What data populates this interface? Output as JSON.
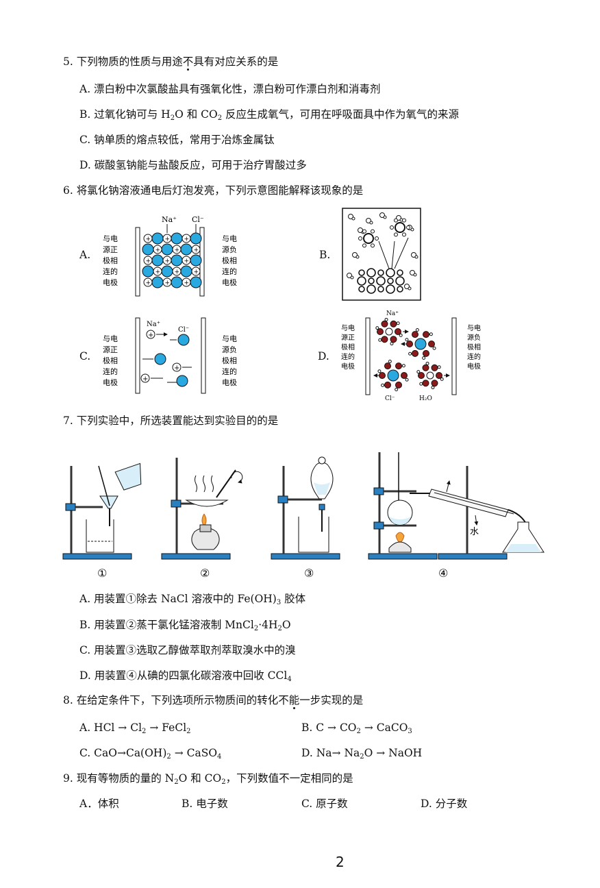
{
  "q5": {
    "stem_pre": "5.  下列物质的性质与用途",
    "stem_emph": "不",
    "stem_post": "具有对应关系的是",
    "A": "A.  漂白粉中次氯酸盐具有强氧化性，漂白粉可作漂白剂和消毒剂",
    "B_pre": "B.  过氧化钠可与 H",
    "B_sub1": "2",
    "B_mid": "O 和 CO",
    "B_sub2": "2",
    "B_post": " 反应生成氧气，可用在呼吸面具中作为氧气的来源",
    "C": "C.  钠单质的熔点较低，常用于冶炼金属钛",
    "D": "D.  碳酸氢钠能与盐酸反应，可用于治疗胃酸过多"
  },
  "q6": {
    "stem": "6.  将氯化钠溶液通电后灯泡发亮，下列示意图能解释该现象的是",
    "A": "A.",
    "B": "B.",
    "C": "C.",
    "D": "D.",
    "pos_electrode": [
      "与电",
      "源正",
      "极相",
      "连的",
      "电极"
    ],
    "neg_electrode": [
      "与电",
      "源负",
      "极相",
      "连的",
      "电极"
    ],
    "na_label": "Na⁺",
    "cl_label": "Cl⁻",
    "h2o_label": "H₂O"
  },
  "q7": {
    "stem": "7.  下列实验中，所选装置能达到实验目的的是",
    "labels": [
      "①",
      "②",
      "③",
      "④"
    ],
    "water_label": "水",
    "A_pre": "A.  用装置①除去 NaCl 溶液中的 Fe(OH)",
    "A_sub": "3",
    "A_post": " 胶体",
    "B_pre": "B.  用装置②蒸干氯化锰溶液制 MnCl",
    "B_sub": "2",
    "B_post": "·4H",
    "B_sub2": "2",
    "B_end": "O",
    "C": "C.  用装置③选取乙醇做萃取剂萃取溴水中的溴",
    "D_pre": "D.  用装置④从碘的四氯化碳溶液中回收 CCl",
    "D_sub": "4"
  },
  "q8": {
    "stem_pre": "8.  在给定条件下，下列选项所示物质间的转化不",
    "stem_emph": "能",
    "stem_post": "一步实现的是",
    "A": [
      "A.  HCl → Cl",
      "2",
      " → FeCl",
      "2"
    ],
    "B": [
      "B.  C → CO",
      "2",
      " → CaCO",
      "3"
    ],
    "C": [
      "C.  CaO→Ca(OH)",
      "2",
      " → CaSO",
      "4"
    ],
    "D": [
      "D.  Na→ Na",
      "2",
      "O → NaOH",
      ""
    ]
  },
  "q9": {
    "stem_pre": "9.  现有等物质的量的 N",
    "sub1": "2",
    "mid": "O 和 CO",
    "sub2": "2",
    "stem_post": "，下列数值不一定相同的是",
    "A": "A．体积",
    "B": "B.  电子数",
    "C": "C.  原子数",
    "D": "D.  分子数"
  },
  "page_number": "2",
  "colors": {
    "ion_blue": "#2aa8e0",
    "apparatus_blue": "#2a7fc0",
    "dark_red": "#8b1a1a"
  }
}
